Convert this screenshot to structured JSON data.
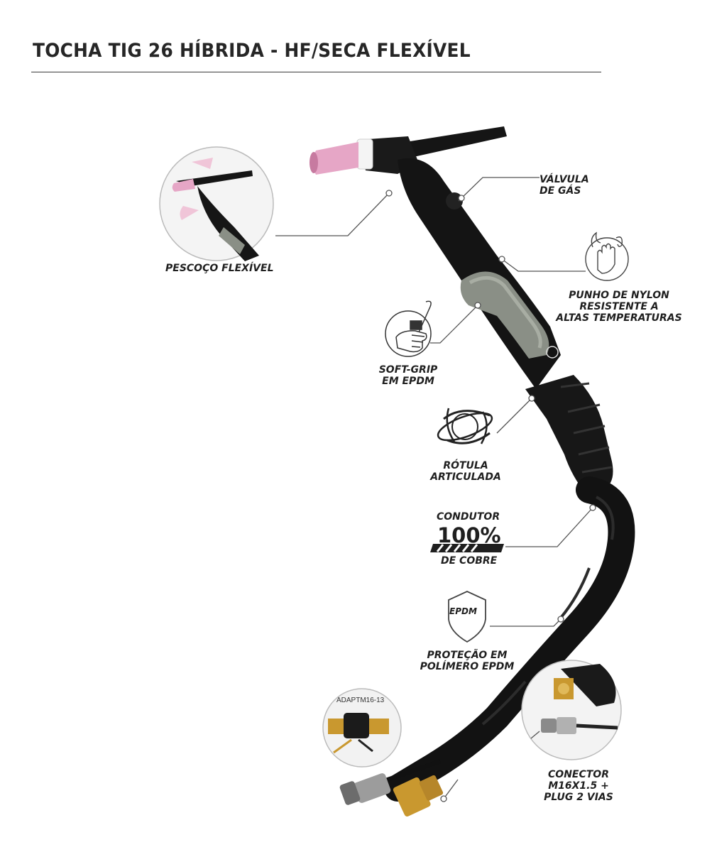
{
  "title": "TOCHA TIG 26 HÍBRIDA - HF/SECA FLEXÍVEL",
  "features": {
    "flex_neck": "PESCOÇO FLEXÍVEL",
    "gas_valve": [
      "VÁLVULA",
      "DE GÁS"
    ],
    "nylon_handle": [
      "PUNHO DE NYLON",
      "RESISTENTE A",
      "ALTAS TEMPERATURAS"
    ],
    "soft_grip": [
      "SOFT-GRIP",
      "EM EPDM"
    ],
    "ball_joint": [
      "RÓTULA",
      "ARTICULADA"
    ],
    "conductor": {
      "top": "CONDUTOR",
      "value": "100%",
      "bottom": "DE COBRE"
    },
    "epdm_badge": "EPDM",
    "epdm_protection": [
      "PROTEÇÃO EM",
      "POLÍMERO EPDM"
    ],
    "connector": [
      "CONECTOR",
      "M16X1.5 +",
      "PLUG 2 VIAS"
    ],
    "adapter_label": "ADAPTM16-13"
  },
  "colors": {
    "torch_black": "#151515",
    "grip_gray": "#8a8f86",
    "ceramic_pink": "#e6a6c6",
    "brass": "#c9982f",
    "line_gray": "#555555"
  },
  "icons": [
    "flame-hand-icon",
    "hand-grip-icon",
    "ball-joint-icon",
    "copper-bar-icon",
    "shield-epdm-icon"
  ]
}
